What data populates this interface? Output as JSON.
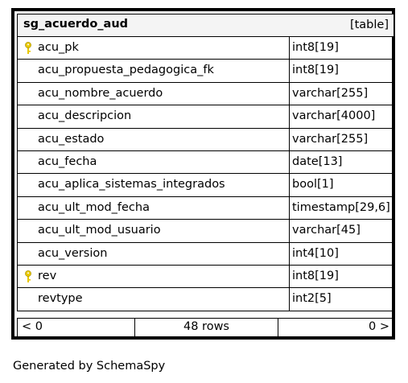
{
  "table": {
    "name": "sg_acuerdo_aud",
    "kind": "[table]",
    "columns": [
      {
        "name": "acu_pk",
        "type": "int8[19]",
        "key": true
      },
      {
        "name": "acu_propuesta_pedagogica_fk",
        "type": "int8[19]",
        "key": false
      },
      {
        "name": "acu_nombre_acuerdo",
        "type": "varchar[255]",
        "key": false
      },
      {
        "name": "acu_descripcion",
        "type": "varchar[4000]",
        "key": false
      },
      {
        "name": "acu_estado",
        "type": "varchar[255]",
        "key": false
      },
      {
        "name": "acu_fecha",
        "type": "date[13]",
        "key": false
      },
      {
        "name": "acu_aplica_sistemas_integrados",
        "type": "bool[1]",
        "key": false
      },
      {
        "name": "acu_ult_mod_fecha",
        "type": "timestamp[29,6]",
        "key": false
      },
      {
        "name": "acu_ult_mod_usuario",
        "type": "varchar[45]",
        "key": false
      },
      {
        "name": "acu_version",
        "type": "int4[10]",
        "key": false
      },
      {
        "name": "rev",
        "type": "int8[19]",
        "key": true
      },
      {
        "name": "revtype",
        "type": "int2[5]",
        "key": false
      }
    ],
    "footer": {
      "parents": "< 0",
      "rows": "48 rows",
      "children": "0 >"
    }
  },
  "generated_by": "Generated by SchemaSpy",
  "colors": {
    "border": "#000000",
    "header_bg": "#f4f4f4",
    "key_icon": "#e8c800"
  },
  "icons": {
    "key": "key-icon"
  }
}
